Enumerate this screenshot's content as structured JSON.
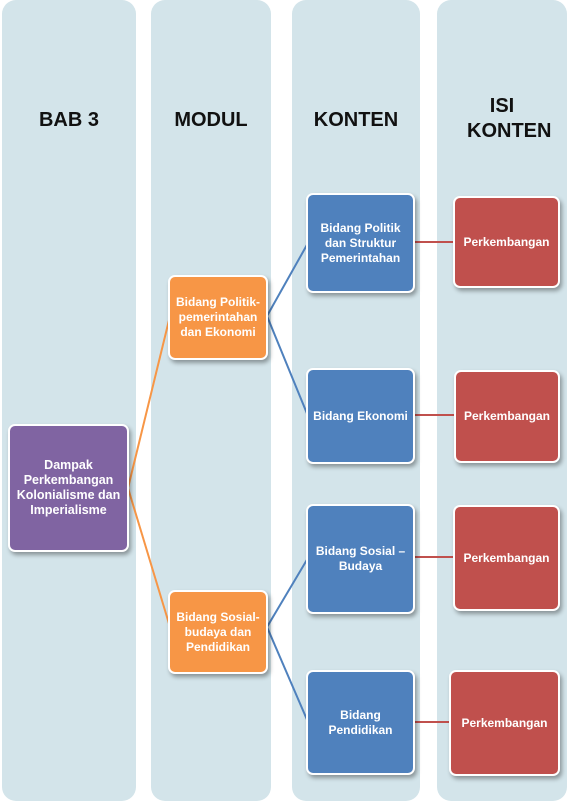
{
  "columns": {
    "bab": "BAB 3",
    "modul": "MODUL",
    "konten": "KONTEN",
    "isi_konten": "ISI KONTEN"
  },
  "root": "Dampak Perkembangan Kolonialisme dan Imperialisme",
  "modules": [
    "Bidang Politik-pemerintahan dan Ekonomi",
    "Bidang Sosial-budaya dan Pendidikan"
  ],
  "contents": [
    "Bidang Politik dan Struktur Pemerintahan",
    "Bidang Ekonomi",
    "Bidang Sosial – Budaya",
    "Bidang Pendidikan"
  ],
  "details": [
    "Perkembangan",
    "Perkembangan",
    "Perkembangan",
    "Perkembangan"
  ],
  "colors": {
    "column_bg": "#d3e4ea",
    "root": "#8064a2",
    "module": "#f79646",
    "content": "#4f81bd",
    "detail": "#c0504d"
  }
}
